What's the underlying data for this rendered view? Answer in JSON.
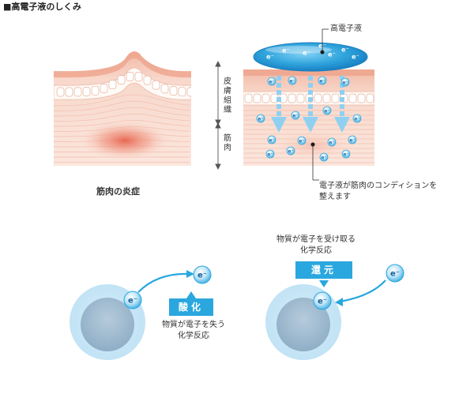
{
  "title": "■高電子液のしくみ",
  "labels": {
    "fluid": "高電子液",
    "skin": [
      "皮",
      "膚",
      "組",
      "織"
    ],
    "muscle": [
      "筋",
      "肉"
    ],
    "inflammation": "筋肉の炎症",
    "effect_line1": "電子液が筋肉のコンディションを",
    "effect_line2": "整えます"
  },
  "oxidation": {
    "badge": "酸化",
    "desc_line1": "物質が電子を失う",
    "desc_line2": "化学反応"
  },
  "reduction": {
    "badge": "還元",
    "desc_line1": "物質が電子を受け取る",
    "desc_line2": "化学反応"
  },
  "electron": "e⁻",
  "colors": {
    "electron_blue": "#2aa7df",
    "skin_top": "#f6c9b8",
    "muscle_red": "#e8705a",
    "cell_gray": "#9fc8e3"
  }
}
